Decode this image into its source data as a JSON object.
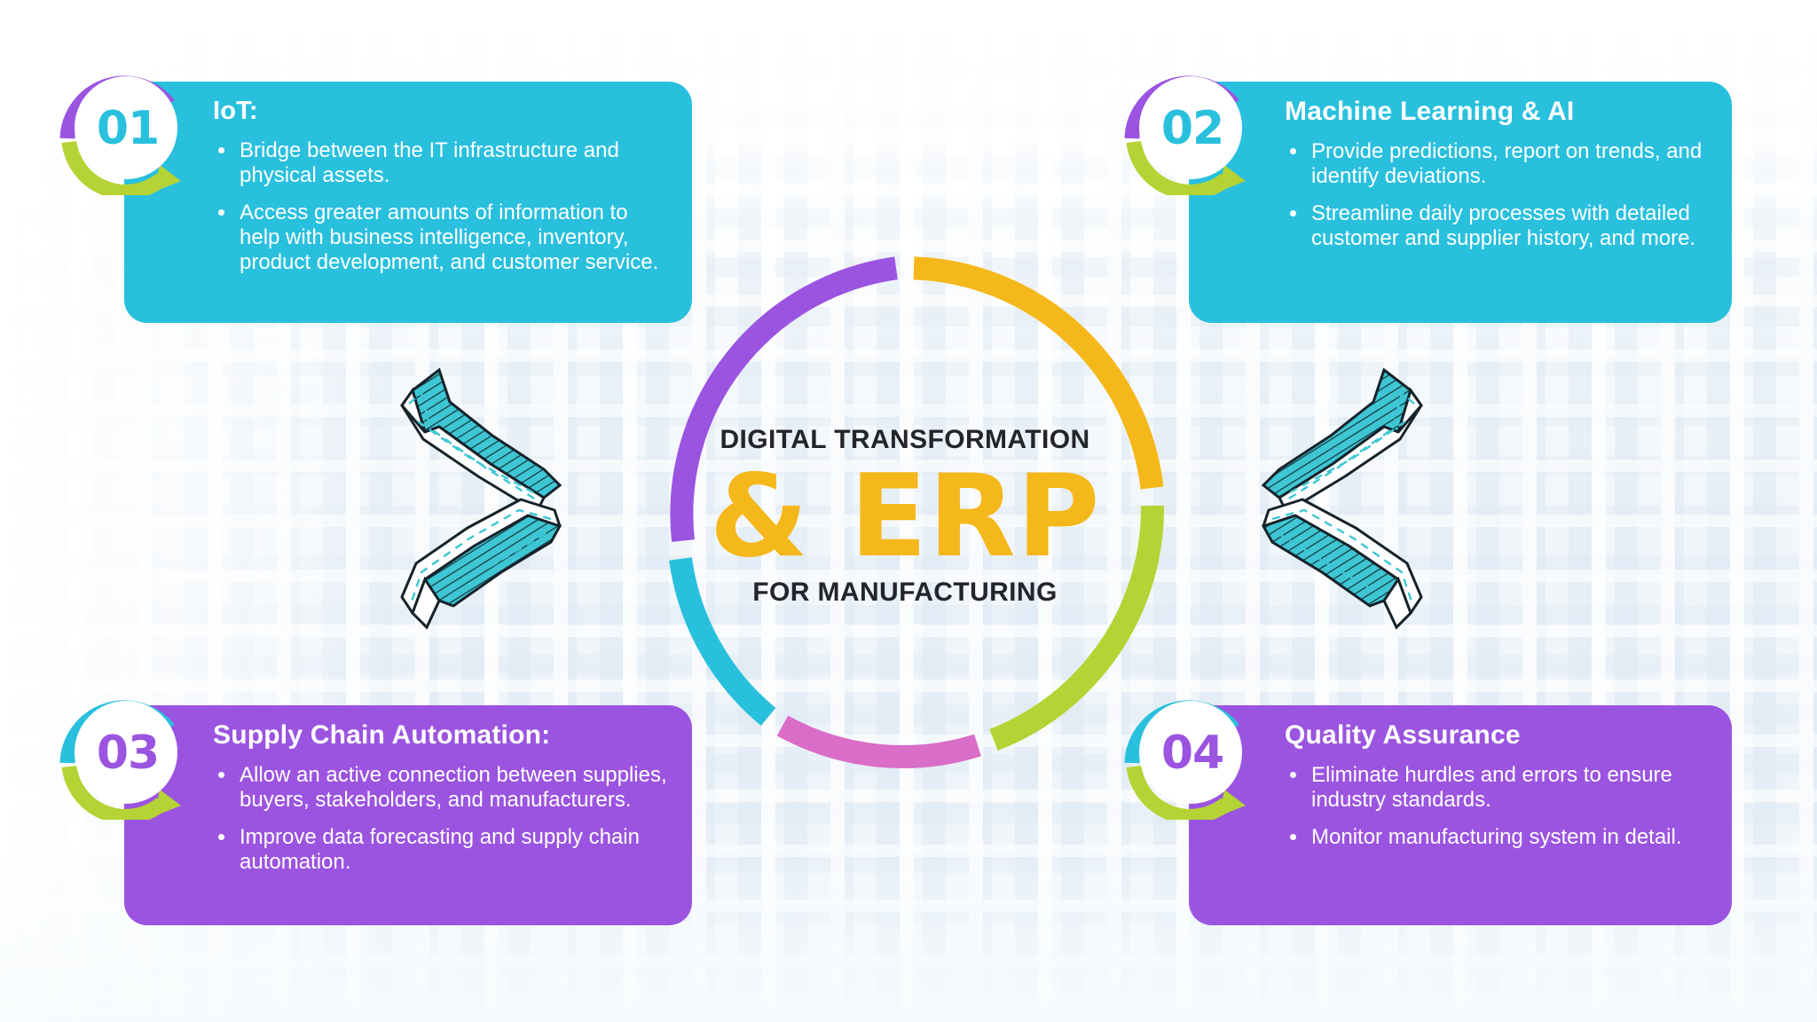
{
  "colors": {
    "cyan": "#29c0de",
    "purple": "#9b54e0",
    "green": "#b5d334",
    "yellow": "#f5b81b",
    "pink": "#d96dc8",
    "dark": "#24242b",
    "arrow_teal": "#3ec6d4",
    "page_bg": "#f4f8fb"
  },
  "center": {
    "line_top": "DIGITAL TRANSFORMATION",
    "line_main": "& ERP",
    "line_bottom": "FOR MANUFACTURING",
    "ring_segments": [
      {
        "name": "purple-arc",
        "color": "#9b54e0"
      },
      {
        "name": "yellow-arc",
        "color": "#f5b81b"
      },
      {
        "name": "green-arc",
        "color": "#b5d334"
      },
      {
        "name": "pink-arc",
        "color": "#d96dc8"
      },
      {
        "name": "cyan-arc",
        "color": "#29c0de"
      }
    ]
  },
  "cards": [
    {
      "number": "01",
      "title": "IoT:",
      "theme": "cyan",
      "number_color": "#29c0de",
      "badge_arc_top": "#9b54e0",
      "badge_arc_bottom": "#b5d334",
      "bullets": [
        "Bridge between the IT infrastructure and physical assets.",
        "Access greater amounts of information to help with business intelligence, inventory, product development, and customer service."
      ]
    },
    {
      "number": "02",
      "title": "Machine Learning & AI",
      "theme": "cyan",
      "number_color": "#29c0de",
      "badge_arc_top": "#9b54e0",
      "badge_arc_bottom": "#b5d334",
      "bullets": [
        "Provide predictions, report on trends, and identify deviations.",
        "Streamline daily processes with detailed customer and supplier history, and more."
      ]
    },
    {
      "number": "03",
      "title": "Supply Chain Automation:",
      "theme": "purple",
      "number_color": "#9b54e0",
      "badge_arc_top": "#29c0de",
      "badge_arc_bottom": "#b5d334",
      "bullets": [
        "Allow an active connection between supplies, buyers, stakeholders, and manufacturers.",
        "Improve data forecasting and supply chain automation."
      ]
    },
    {
      "number": "04",
      "title": "Quality Assurance",
      "theme": "purple",
      "number_color": "#9b54e0",
      "badge_arc_top": "#29c0de",
      "badge_arc_bottom": "#b5d334",
      "bullets": [
        "Eliminate hurdles and errors to ensure industry standards.",
        "Monitor manufacturing system in detail."
      ]
    }
  ],
  "decorations": {
    "arrow_clusters": [
      {
        "name": "arrows-left",
        "count": 2,
        "direction": "outward-left"
      },
      {
        "name": "arrows-right",
        "count": 2,
        "direction": "outward-right"
      }
    ],
    "background_pattern": "faint-building-window-grid"
  }
}
